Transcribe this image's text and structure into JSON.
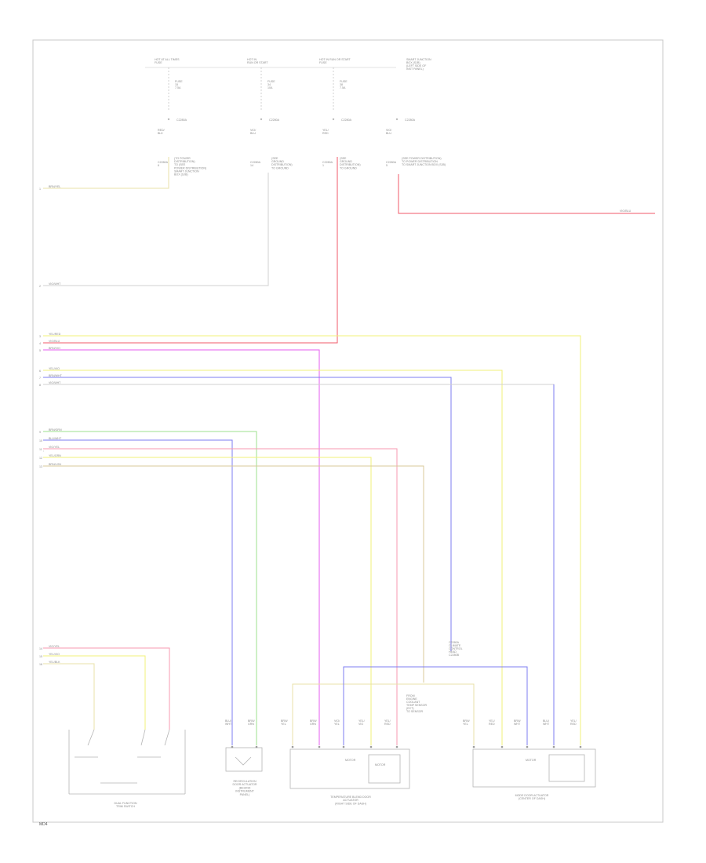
{
  "diagram": {
    "reference_code": "MD4",
    "components": {
      "fuse_boxes": [
        {
          "text": "HOT AT ALL TIMES\nFUSE"
        },
        {
          "text": "HOT IN\nRUN OR START"
        },
        {
          "text": "HOT IN RUN OR START\nFUSE"
        },
        {
          "text": "SMART JUNCTION\nBOX (SJB)\n(LEFT SIDE OF\nINST PANEL)"
        }
      ],
      "fuses": [
        "FUSE\n15\n7.5A",
        "FUSE\n34\n10A",
        "FUSE\n38\n7.5A"
      ],
      "connectors": [
        "C2280A",
        "C2280A",
        "C2280A",
        "C2280A"
      ],
      "pin_groups": [
        "RED/\nBLK",
        "VIO/\nBLU",
        "YEL/\nRED",
        "VIO/\nBLU",
        "C2280A\n6",
        "C2280A\n14",
        "C2280A\n1",
        "C2280A\n5"
      ],
      "splice_notes": [
        "(TO POWER\nDISTRIBUTION)\nTO (SEE\nPOWER DISTRIBUTION)\nSMART JUNCTION\nBOX (SJB)",
        "(SEE\nGROUND\nDISTRIBUTION)\nTO GROUND",
        "(SEE\nGROUND\nDISTRIBUTION)\nTO GROUND",
        "(SEE POWER DISTRIBUTION)\nTO POWER DISTRIBUTION\nTO SMART JUNCTION BOX (SJB)"
      ],
      "left_labels": [
        "BRN/YEL",
        "VIO/BLU",
        "YEL/RED",
        "YEL/VIO",
        "BRN/VIO",
        "YEL/VIO",
        "BRN/WHT",
        "VIO/YEL",
        "BRN/GRN",
        "BLU/WHT",
        "VIO/WHT",
        "YEL/GRN",
        "BRN/LGN",
        "VIO/WHT",
        "YEL/BLK",
        "VIO/YEL"
      ],
      "left_pins": [
        "1",
        "2",
        "3",
        "4",
        "5",
        "6",
        "7",
        "8",
        "9",
        "10",
        "11",
        "12",
        "13",
        "14",
        "15",
        "16"
      ],
      "right_tags": [
        "VIO/BLU"
      ],
      "bottom_wire_tags": [
        "BLU/\nWHT",
        "BRN/\nGRN",
        "BRN/\nYEL",
        "BRN/\nGRN",
        "VIO/\nYEL",
        "YEL/\nVIO",
        "YEL/\nRED",
        "BRN/\nYEL",
        "YEL/\nRED",
        "BRN/\nWHT",
        "BLU/\nWHT",
        "YEL/\nRED"
      ],
      "bottom_notes": [
        "C2280A\nCLIMATE\nCONTROL\nHEAD\nC2280B",
        "FROM\nENGINE\nCOOLANT\nTEMP SENSOR\n(ECT)\nTO SENSOR"
      ],
      "modules": [
        {
          "name": "DUAL FUNCTION\nTRIM SWITCH"
        },
        {
          "name": "RECIRCULATION\nDOOR ACTUATOR\n(BEHIND\nINSTRUMENT\nPANEL)"
        },
        {
          "name": "TEMPERATURE BLEND DOOR\nACTUATOR\n(RIGHT SIDE OF DASH)"
        },
        {
          "name": "MODE DOOR ACTUATOR\n(CENTER OF DASH)"
        }
      ],
      "motor_labels": [
        "MOTOR",
        "MOTOR",
        "MOTOR"
      ]
    },
    "wire_colors": {
      "yellow": "#f2f07a",
      "pink": "#f79ab0",
      "red": "#f25a6a",
      "blue": "#7c7cf2",
      "violet": "#e45ef0",
      "green": "#9ee08e",
      "tan": "#d8c89a",
      "light_gray": "#d0d0d0",
      "olive": "#e8e0a8"
    }
  }
}
